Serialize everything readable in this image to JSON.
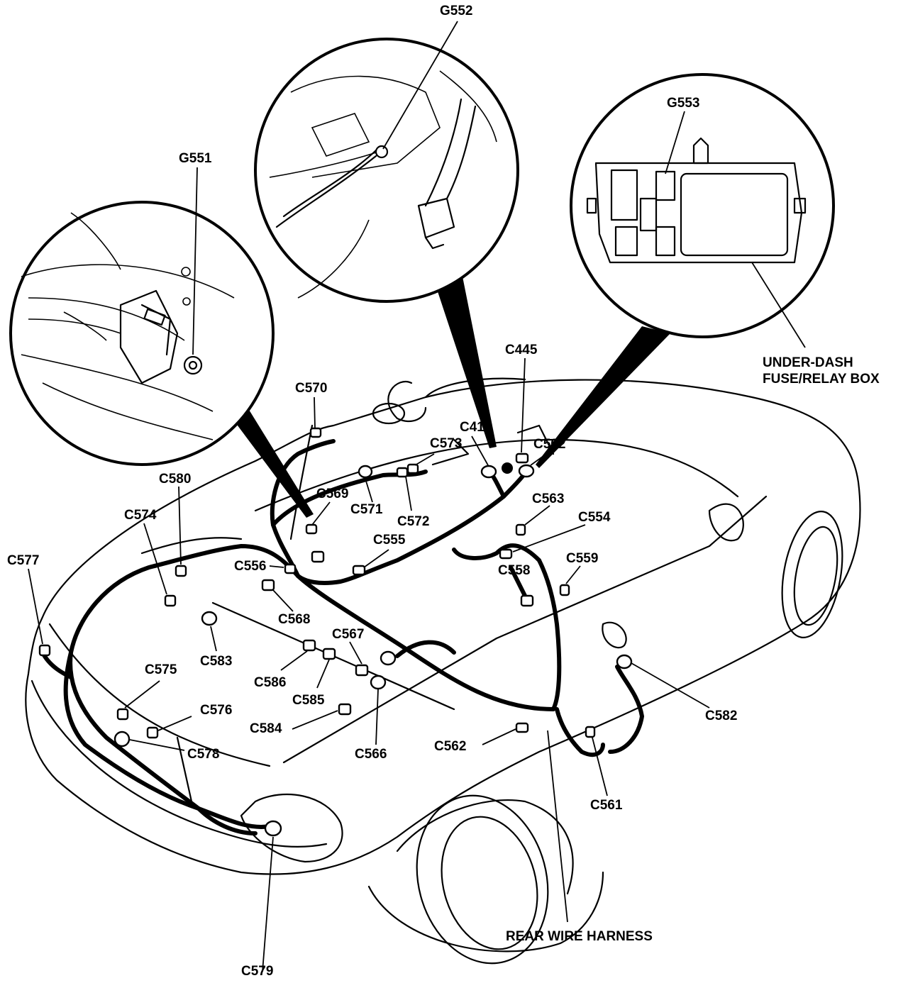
{
  "labels": {
    "g552": "G552",
    "g551": "G551",
    "g553": "G553",
    "c445": "C445",
    "fuse_box": "UNDER-DASH\nFUSE/RELAY BOX",
    "c570": "C570",
    "c417": "C417",
    "c573": "C573",
    "c502": "C502",
    "c580": "C580",
    "c569": "C569",
    "c571": "C571",
    "c572": "C572",
    "c563": "C563",
    "c574": "C574",
    "c554": "C554",
    "c555": "C555",
    "c577": "C577",
    "c556": "C556",
    "c558": "C558",
    "c559": "C559",
    "c568": "C568",
    "c583": "C583",
    "c567": "C567",
    "c575": "C575",
    "c586": "C586",
    "c585": "C585",
    "c576": "C576",
    "c582": "C582",
    "c584": "C584",
    "c578": "C578",
    "c566": "C566",
    "c562": "C562",
    "c561": "C561",
    "rear_harness": "REAR WIRE HARNESS",
    "c579": "C579"
  }
}
